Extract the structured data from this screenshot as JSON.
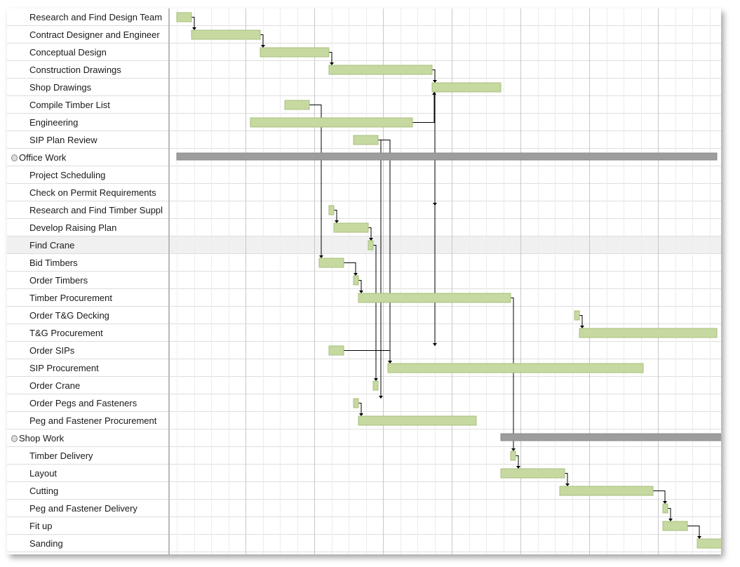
{
  "tasks": [
    {
      "name": "Research and Find Design Team",
      "summary": false,
      "start": 0,
      "dur": 3
    },
    {
      "name": "Contract Designer and Engineer",
      "summary": false,
      "start": 3,
      "dur": 14
    },
    {
      "name": "Conceptual Design",
      "summary": false,
      "start": 17,
      "dur": 14
    },
    {
      "name": "Construction Drawings",
      "summary": false,
      "start": 31,
      "dur": 21
    },
    {
      "name": "Shop Drawings",
      "summary": false,
      "start": 52,
      "dur": 14
    },
    {
      "name": "Compile Timber List",
      "summary": false,
      "start": 22,
      "dur": 5
    },
    {
      "name": "Engineering",
      "summary": false,
      "start": 15,
      "dur": 33
    },
    {
      "name": "SIP Plan Review",
      "summary": false,
      "start": 36,
      "dur": 5
    },
    {
      "name": "Office Work",
      "summary": true,
      "start": 0,
      "dur": 110
    },
    {
      "name": "Project Scheduling",
      "summary": false,
      "start": null,
      "dur": 0
    },
    {
      "name": "Check on Permit Requirements",
      "summary": false,
      "start": null,
      "dur": 0
    },
    {
      "name": "Research and Find Timber Suppl",
      "summary": false,
      "start": 31,
      "dur": 1
    },
    {
      "name": "Develop Raising Plan",
      "summary": false,
      "start": 32,
      "dur": 7
    },
    {
      "name": "Find Crane",
      "summary": false,
      "start": 39,
      "dur": 1,
      "selected": true
    },
    {
      "name": "Bid Timbers",
      "summary": false,
      "start": 29,
      "dur": 5
    },
    {
      "name": "Order Timbers",
      "summary": false,
      "start": 36,
      "dur": 1
    },
    {
      "name": "Timber Procurement",
      "summary": false,
      "start": 37,
      "dur": 31
    },
    {
      "name": "Order T&G Decking",
      "summary": false,
      "start": 81,
      "dur": 1
    },
    {
      "name": "T&G Procurement",
      "summary": false,
      "start": 82,
      "dur": 28
    },
    {
      "name": "Order SIPs",
      "summary": false,
      "start": 31,
      "dur": 3
    },
    {
      "name": "SIP Procurement",
      "summary": false,
      "start": 43,
      "dur": 52
    },
    {
      "name": "Order Crane",
      "summary": false,
      "start": 40,
      "dur": 1
    },
    {
      "name": "Order Pegs and Fasteners",
      "summary": false,
      "start": 36,
      "dur": 1
    },
    {
      "name": "Peg and Fastener Procurement",
      "summary": false,
      "start": 37,
      "dur": 24
    },
    {
      "name": "Shop Work",
      "summary": true,
      "start": 66,
      "dur": 60
    },
    {
      "name": "Timber Delivery",
      "summary": false,
      "start": 68,
      "dur": 1
    },
    {
      "name": "Layout",
      "summary": false,
      "start": 66,
      "dur": 13
    },
    {
      "name": "Cutting",
      "summary": false,
      "start": 78,
      "dur": 19
    },
    {
      "name": "Peg and Fastener Delivery",
      "summary": false,
      "start": 99,
      "dur": 1
    },
    {
      "name": "Fit up",
      "summary": false,
      "start": 99,
      "dur": 5
    },
    {
      "name": "Sanding",
      "summary": false,
      "start": 106,
      "dur": 10
    }
  ],
  "links": [
    [
      0,
      1
    ],
    [
      1,
      2
    ],
    [
      2,
      3
    ],
    [
      3,
      4
    ],
    [
      6,
      4
    ],
    [
      5,
      14
    ],
    [
      7,
      20
    ],
    [
      3,
      11
    ],
    [
      11,
      12
    ],
    [
      12,
      13
    ],
    [
      14,
      15
    ],
    [
      15,
      16
    ],
    [
      17,
      18
    ],
    [
      19,
      20
    ],
    [
      3,
      19
    ],
    [
      13,
      21
    ],
    [
      7,
      22
    ],
    [
      22,
      23
    ],
    [
      16,
      25
    ],
    [
      25,
      26
    ],
    [
      26,
      27
    ],
    [
      27,
      28
    ],
    [
      28,
      29
    ],
    [
      29,
      30
    ]
  ],
  "colors": {
    "task_bar": "#c6d9a0",
    "task_bar_border": "#a8bf7e",
    "summary_bar": "#9d9d9d",
    "gridline": "#dedede",
    "link": "#000000"
  }
}
